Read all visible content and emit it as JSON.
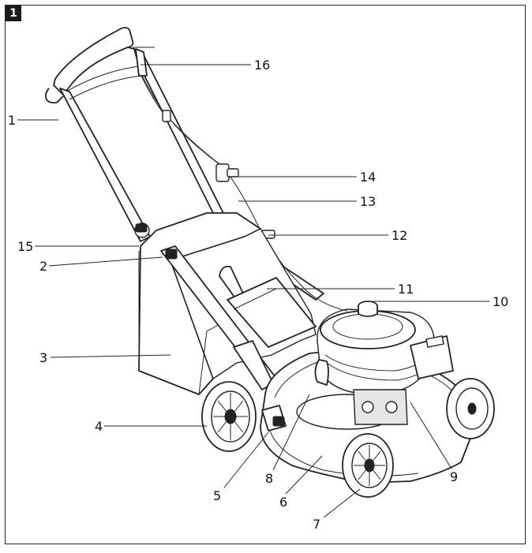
{
  "figure": {
    "badge": "1"
  },
  "callouts": [
    {
      "id": "1",
      "label": "1"
    },
    {
      "id": "2",
      "label": "2"
    },
    {
      "id": "3",
      "label": "3"
    },
    {
      "id": "4",
      "label": "4"
    },
    {
      "id": "5",
      "label": "5"
    },
    {
      "id": "6",
      "label": "6"
    },
    {
      "id": "7",
      "label": "7"
    },
    {
      "id": "8",
      "label": "8"
    },
    {
      "id": "9",
      "label": "9"
    },
    {
      "id": "10",
      "label": "10"
    },
    {
      "id": "11",
      "label": "11"
    },
    {
      "id": "12",
      "label": "12"
    },
    {
      "id": "13",
      "label": "13"
    },
    {
      "id": "14",
      "label": "14"
    },
    {
      "id": "15",
      "label": "15"
    },
    {
      "id": "16",
      "label": "16"
    }
  ]
}
